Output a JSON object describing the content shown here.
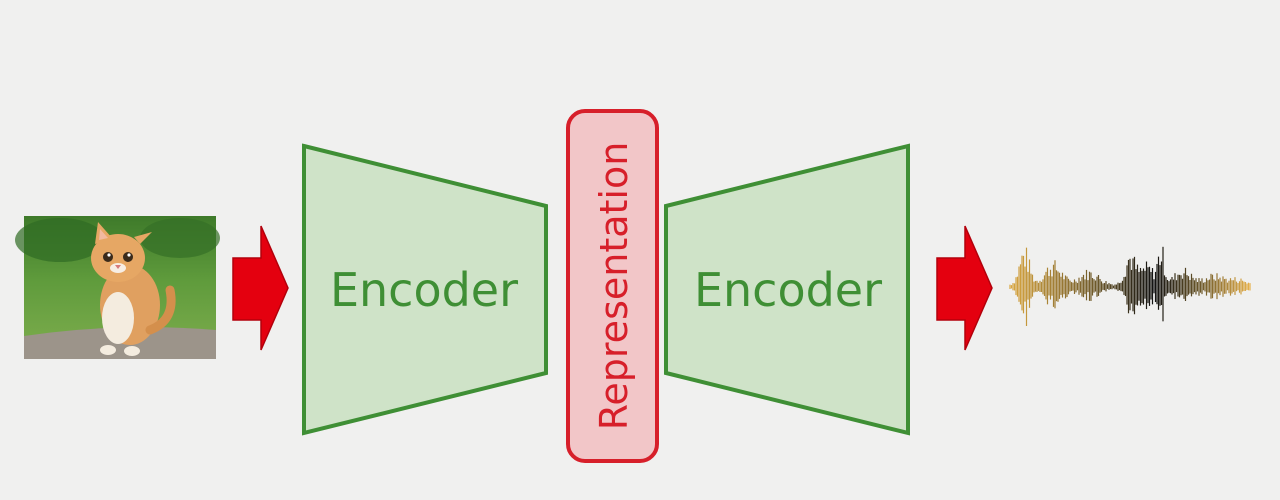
{
  "blocks": {
    "left_label": "Encoder",
    "right_label": "Encoder",
    "middle_label": "Representation"
  },
  "colors": {
    "background": "#f0f0ef",
    "encoder_fill": "#cfe3c8",
    "encoder_stroke": "#3f8f35",
    "encoder_text": "#3f8f35",
    "representation_fill": "#f2c6c8",
    "representation_stroke": "#d71f2a",
    "representation_text": "#d71f2a",
    "arrow": "#e4000f"
  },
  "icons": {
    "input": "kitten-photo",
    "output": "audio-waveform"
  }
}
